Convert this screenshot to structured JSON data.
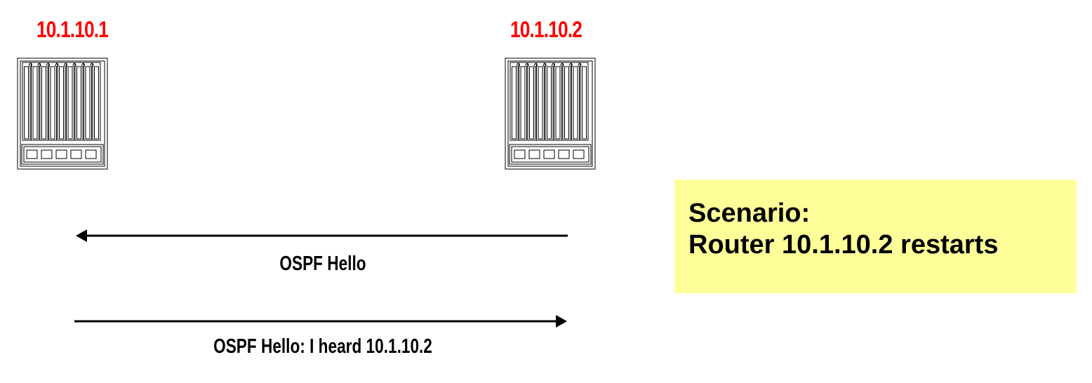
{
  "routers": [
    {
      "label": "10.1.10.1",
      "icon": "router-chassis-icon"
    },
    {
      "label": "10.1.10.2",
      "icon": "router-chassis-icon"
    }
  ],
  "messages": [
    {
      "label": "OSPF Hello",
      "direction": "right-to-left"
    },
    {
      "label": "OSPF Hello: I heard 10.1.10.2",
      "direction": "left-to-right"
    }
  ],
  "scenario": {
    "title": "Scenario:",
    "text": "Router 10.1.10.2 restarts"
  },
  "colors": {
    "router_label": "#ff0000",
    "scenario_background": "#ffff99",
    "line": "#000000"
  }
}
